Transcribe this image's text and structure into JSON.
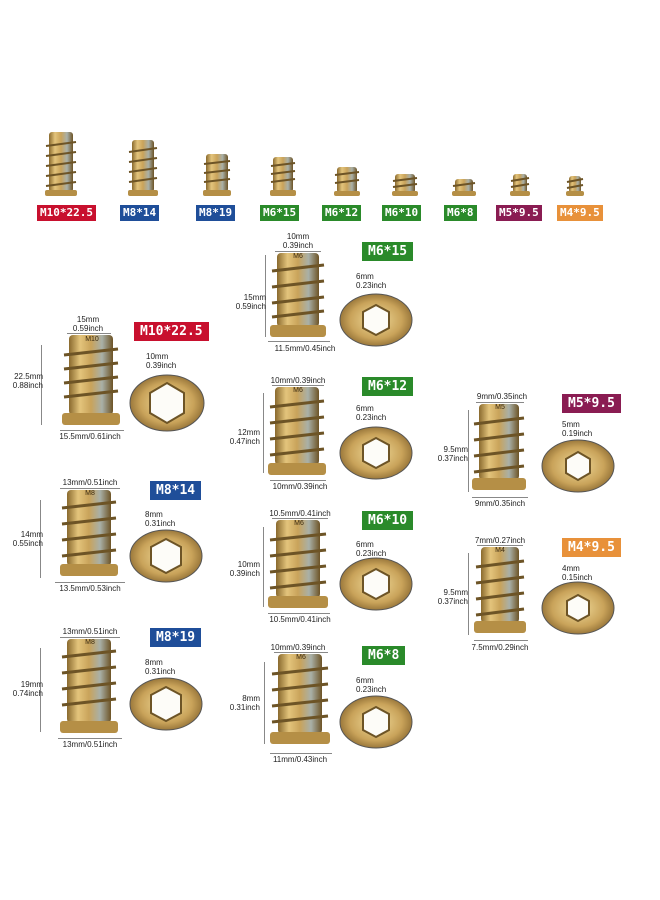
{
  "colors": {
    "red": "#c8102e",
    "blue": "#1f4e99",
    "green": "#2a8a2a",
    "maroon": "#8a1c52",
    "orange": "#e8913a",
    "brass": "#c9a35a"
  },
  "top_row": [
    {
      "label": "M10*22.5",
      "color": "red"
    },
    {
      "label": "M8*14",
      "color": "blue"
    },
    {
      "label": "M8*19",
      "color": "blue"
    },
    {
      "label": "M6*15",
      "color": "green"
    },
    {
      "label": "M6*12",
      "color": "green"
    },
    {
      "label": "M6*10",
      "color": "green"
    },
    {
      "label": "M6*8",
      "color": "green"
    },
    {
      "label": "M5*9.5",
      "color": "maroon"
    },
    {
      "label": "M4*9.5",
      "color": "orange"
    }
  ],
  "details": {
    "m10_22_5": {
      "badge": "M10*22.5",
      "top_mm": "15mm",
      "top_in": "0.59inch",
      "thread": "M10",
      "height_mm": "22.5mm",
      "height_in": "0.88inch",
      "bottom": "15.5mm/0.61inch",
      "hex_mm": "10mm",
      "hex_in": "0.39inch"
    },
    "m8_14": {
      "badge": "M8*14",
      "top": "13mm/0.51inch",
      "thread": "M8",
      "height_mm": "14mm",
      "height_in": "0.55inch",
      "bottom": "13.5mm/0.53inch",
      "hex_mm": "8mm",
      "hex_in": "0.31inch"
    },
    "m8_19": {
      "badge": "M8*19",
      "top": "13mm/0.51inch",
      "thread": "M8",
      "height_mm": "19mm",
      "height_in": "0.74inch",
      "bottom": "13mm/0.51inch",
      "hex_mm": "8mm",
      "hex_in": "0.31inch"
    },
    "m6_15": {
      "badge": "M6*15",
      "top_mm": "10mm",
      "top_in": "0.39inch",
      "thread": "M6",
      "height_mm": "15mm",
      "height_in": "0.59inch",
      "bottom": "11.5mm/0.45inch",
      "hex_mm": "6mm",
      "hex_in": "0.23inch"
    },
    "m6_12": {
      "badge": "M6*12",
      "top": "10mm/0.39inch",
      "thread": "M6",
      "height_mm": "12mm",
      "height_in": "0.47inch",
      "bottom": "10mm/0.39inch",
      "hex_mm": "6mm",
      "hex_in": "0.23inch"
    },
    "m6_10": {
      "badge": "M6*10",
      "top": "10.5mm/0.41inch",
      "thread": "M6",
      "height_mm": "10mm",
      "height_in": "0.39inch",
      "bottom": "10.5mm/0.41inch",
      "hex_mm": "6mm",
      "hex_in": "0.23inch"
    },
    "m6_8": {
      "badge": "M6*8",
      "top": "10mm/0.39inch",
      "thread": "M6",
      "height_mm": "8mm",
      "height_in": "0.31inch",
      "bottom": "11mm/0.43inch",
      "hex_mm": "6mm",
      "hex_in": "0.23inch"
    },
    "m5_9_5": {
      "badge": "M5*9.5",
      "top": "9mm/0.35inch",
      "thread": "M5",
      "height_mm": "9.5mm",
      "height_in": "0.37inch",
      "bottom": "9mm/0.35inch",
      "hex_mm": "5mm",
      "hex_in": "0.19inch"
    },
    "m4_9_5": {
      "badge": "M4*9.5",
      "top": "7mm/0.27inch",
      "thread": "M4",
      "height_mm": "9.5mm",
      "height_in": "0.37inch",
      "bottom": "7.5mm/0.29inch",
      "hex_mm": "4mm",
      "hex_in": "0.15inch"
    }
  }
}
